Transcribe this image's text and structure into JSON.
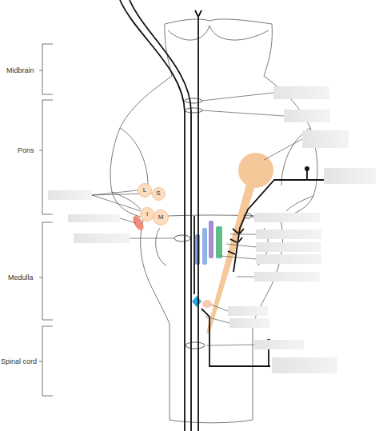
{
  "diagram": {
    "nodes": [
      {
        "text": [
          "L"
        ]
      },
      {
        "text": [
          "S"
        ]
      },
      {
        "text": [
          "I"
        ]
      },
      {
        "text": [
          "M"
        ]
      }
    ],
    "labels": [
      "Midbrain",
      "Pons",
      "Medulla",
      "Spinal cord"
    ]
  }
}
